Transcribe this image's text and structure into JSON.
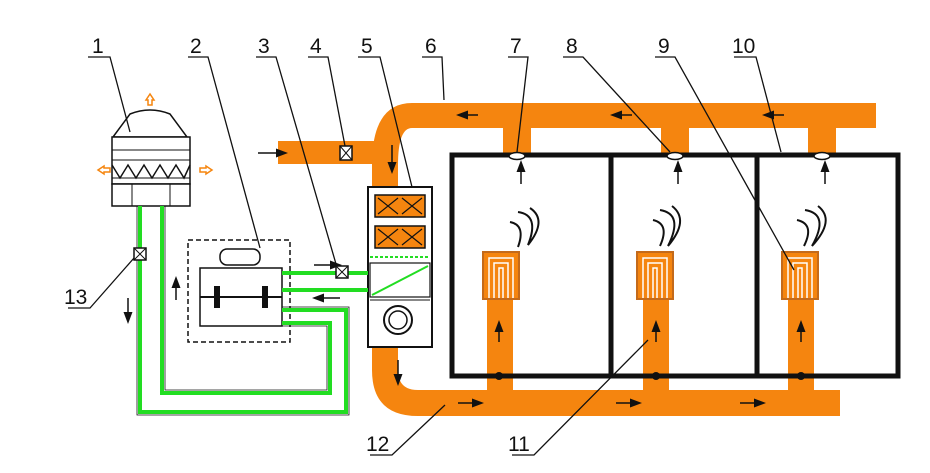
{
  "labels": {
    "n1": "1",
    "n2": "2",
    "n3": "3",
    "n4": "4",
    "n5": "5",
    "n6": "6",
    "n7": "7",
    "n8": "8",
    "n9": "9",
    "n10": "10",
    "n11": "11",
    "n12": "12",
    "n13": "13"
  },
  "colors": {
    "duct": "#f5850f",
    "water": "#22dd22",
    "line": "#111111",
    "vent_brown": "#c46a1a"
  }
}
